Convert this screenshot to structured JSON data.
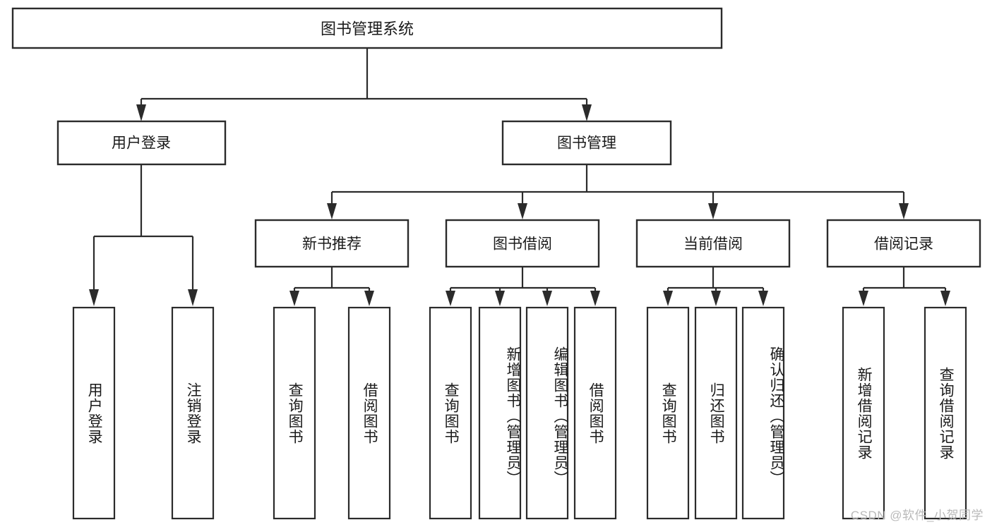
{
  "diagram": {
    "type": "tree",
    "title": "图书管理系统",
    "watermark": "CSDN @软件_小贺同学",
    "colors": {
      "stroke": "#2b2b2b",
      "fill": "#ffffff",
      "text": "#1a1a1a",
      "watermark": "#b9b9b9"
    },
    "levels": {
      "root": {
        "label": "图书管理系统"
      },
      "level2": [
        {
          "label": "用户登录"
        },
        {
          "label": "图书管理"
        }
      ],
      "level3": [
        {
          "label": "新书推荐"
        },
        {
          "label": "图书借阅"
        },
        {
          "label": "当前借阅"
        },
        {
          "label": "借阅记录"
        }
      ],
      "leaves": [
        {
          "label": "用户登录",
          "parent": "用户登录"
        },
        {
          "label": "注销登录",
          "parent": "用户登录"
        },
        {
          "label": "查询图书",
          "parent": "新书推荐"
        },
        {
          "label": "借阅图书",
          "parent": "新书推荐"
        },
        {
          "label": "查询图书",
          "parent": "图书借阅"
        },
        {
          "label": "新增图书（管理员）",
          "parent": "图书借阅"
        },
        {
          "label": "编辑图书（管理员）",
          "parent": "图书借阅"
        },
        {
          "label": "借阅图书",
          "parent": "图书借阅"
        },
        {
          "label": "查询图书",
          "parent": "当前借阅"
        },
        {
          "label": "归还图书",
          "parent": "当前借阅"
        },
        {
          "label": "确认归还（管理员）",
          "parent": "当前借阅"
        },
        {
          "label": "新增借阅记录",
          "parent": "借阅记录"
        },
        {
          "label": "查询借阅记录",
          "parent": "借阅记录"
        }
      ]
    }
  }
}
